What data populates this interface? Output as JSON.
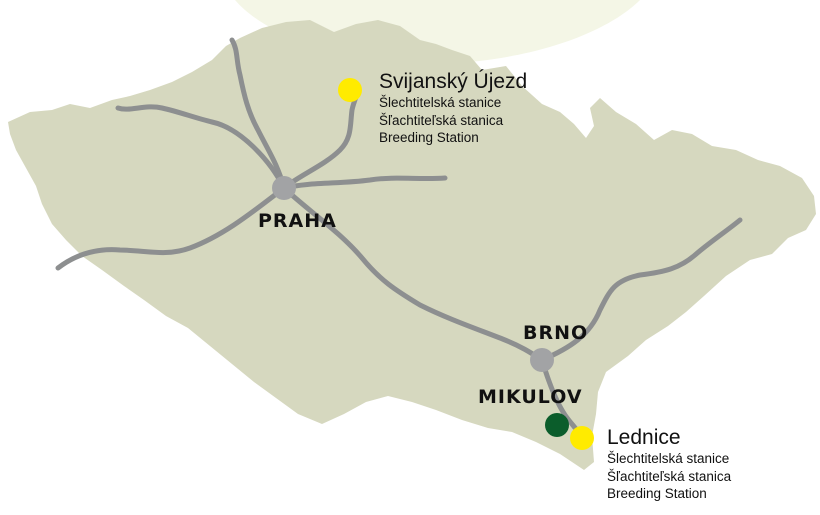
{
  "colors": {
    "land": "#d6d8bf",
    "halo": "#f4f6e6",
    "road": "#8d8f90",
    "city_dot": "#a2a3a5",
    "station_dot": "#ffeb00",
    "mikulov_dot": "#0b5d2b"
  },
  "cities": {
    "praha": "PRAHA",
    "brno": "BRNO",
    "mikulov": "MIKULOV"
  },
  "stations": {
    "svijansky": {
      "name": "Svijanský Újezd",
      "line1": "Šlechtitelská stanice",
      "line2": "Šľachtiteľská stanica",
      "line3": "Breeding Station"
    },
    "lednice": {
      "name": "Lednice",
      "line1": "Šlechtitelská stanice",
      "line2": "Šľachtiteľská stanica",
      "line3": "Breeding Station"
    }
  }
}
